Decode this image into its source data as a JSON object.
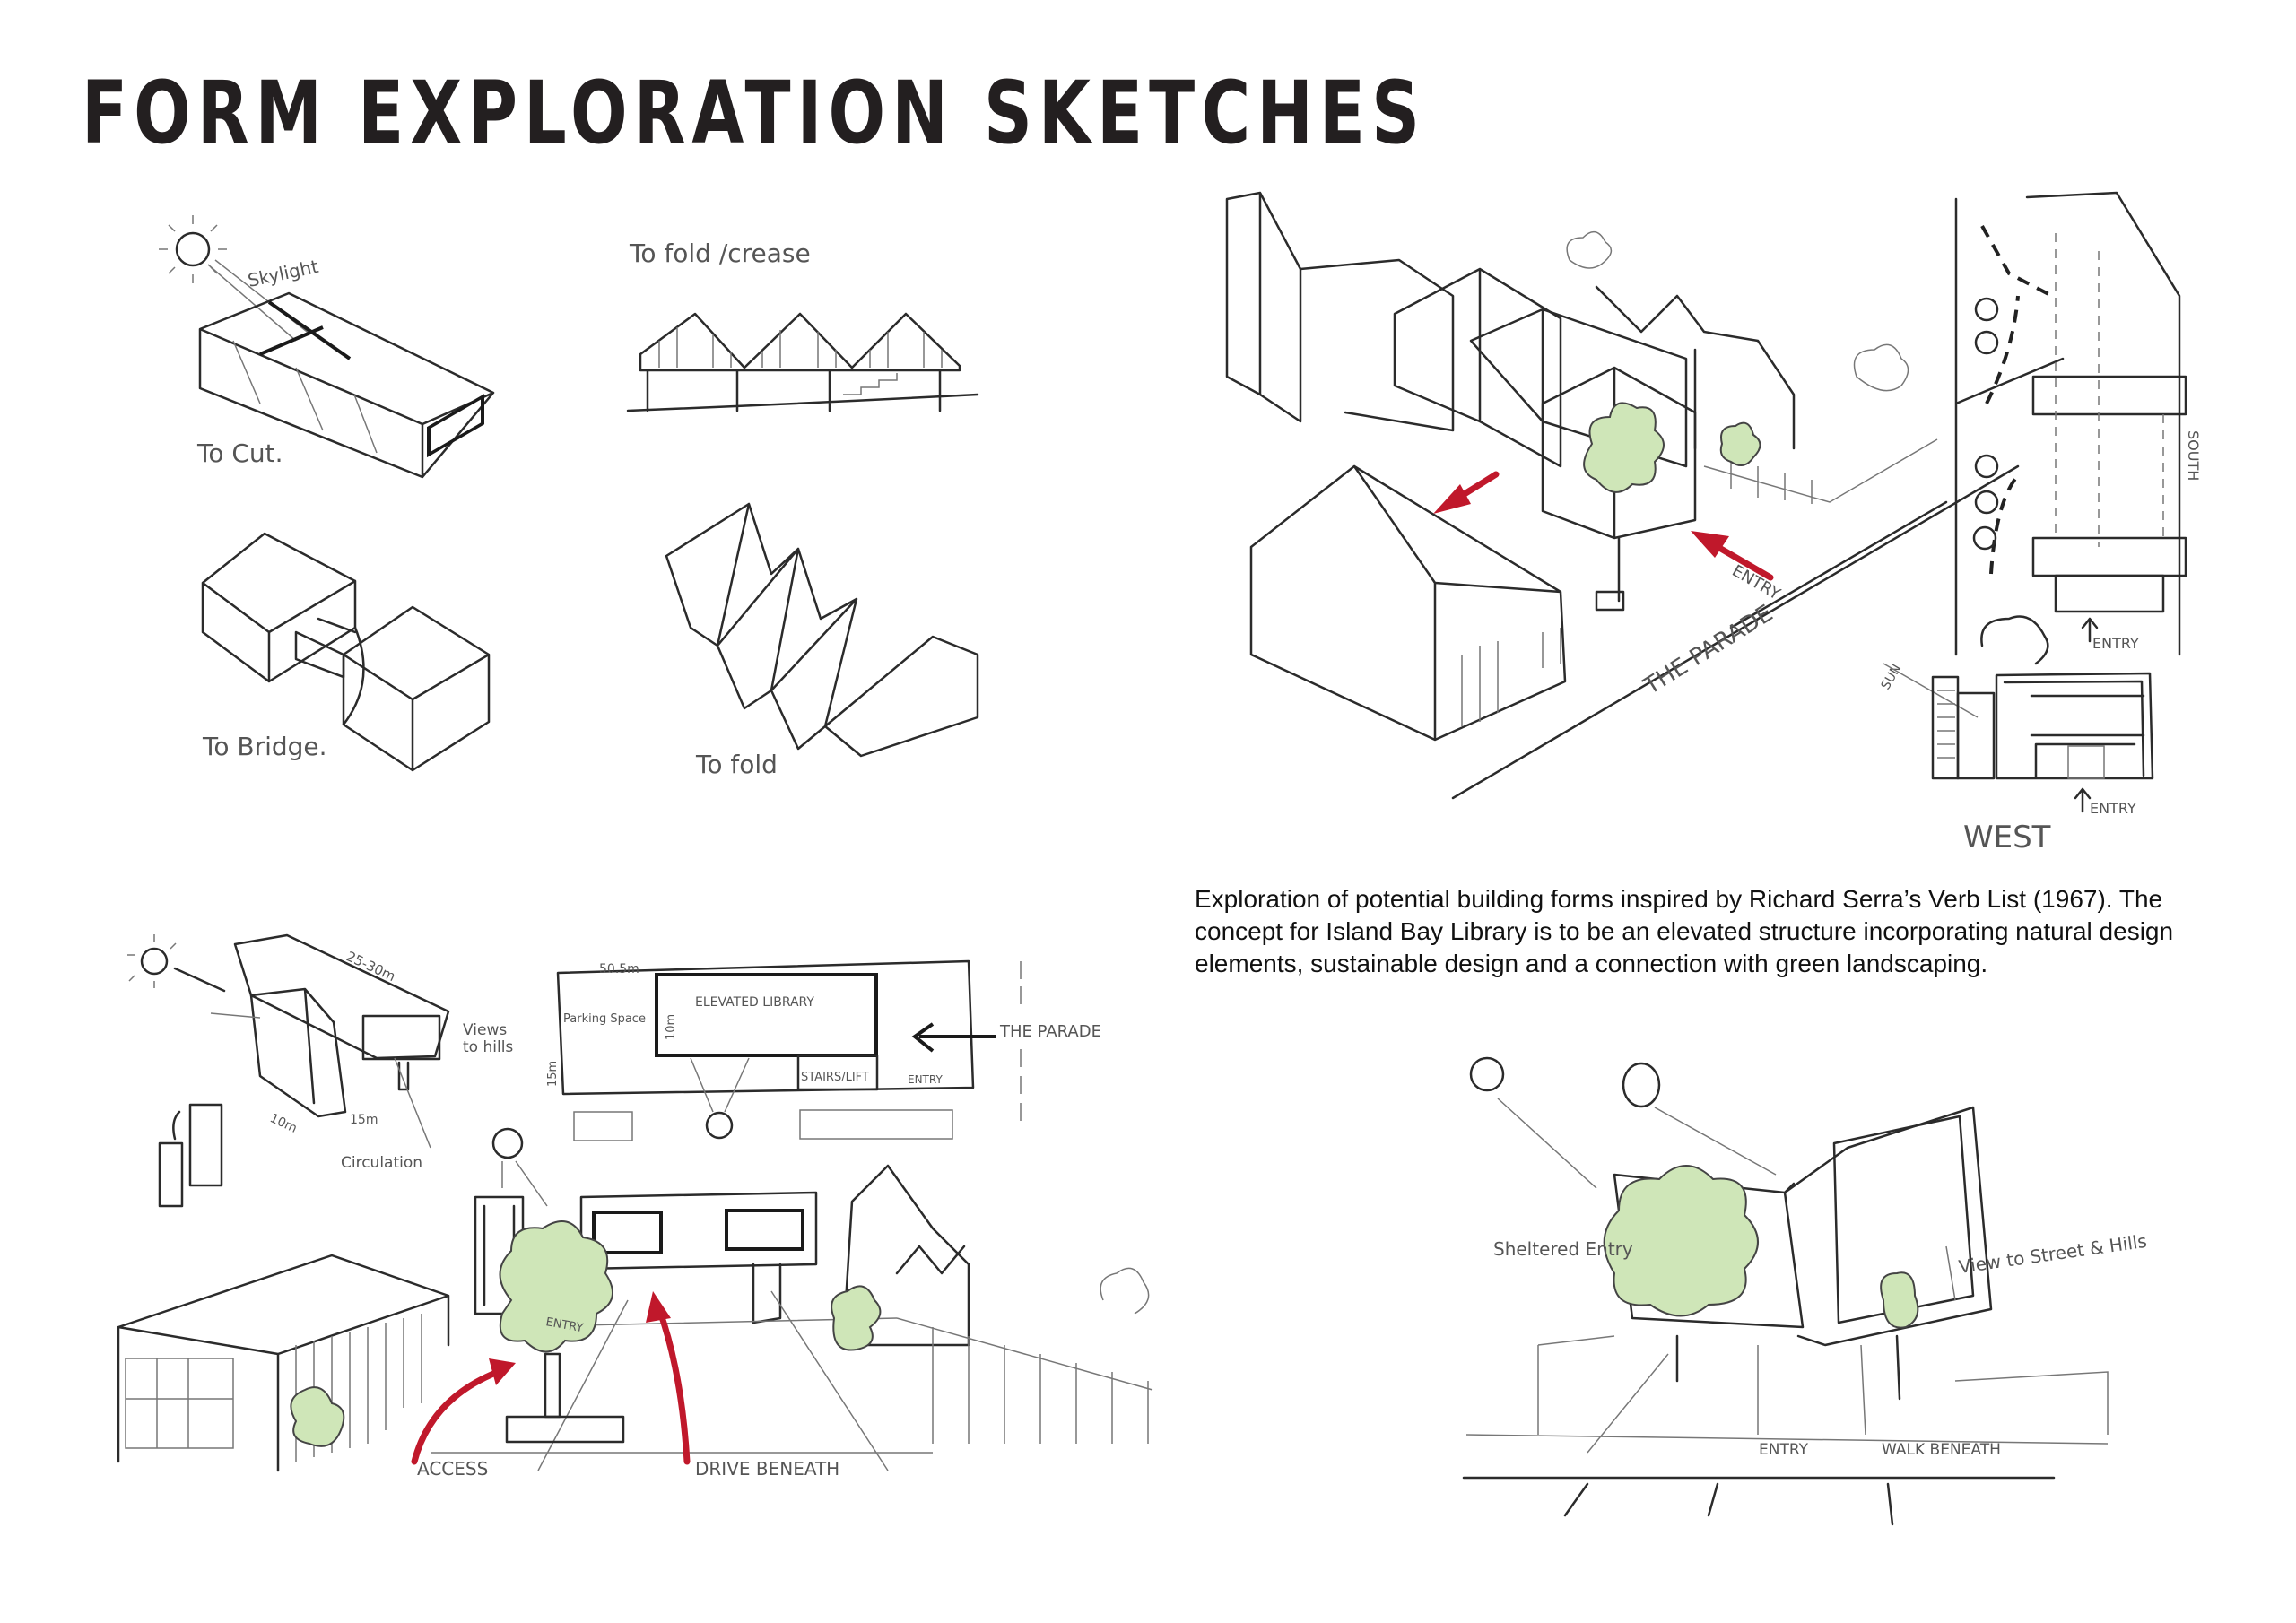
{
  "title": "FORM EXPLORATION SKETCHES",
  "description": "Exploration of potential building forms inspired by Richard Serra’s Verb List (1967). The concept for Island Bay Library is to be an elevated structure incorporating natural design elements, sustainable design and a connection with green landscaping.",
  "colors": {
    "accent_arrow": "#c0182b",
    "foliage": "#cfe6b8",
    "ink": "#2b2b2b"
  },
  "verb_sketches": {
    "cut": {
      "label": "To Cut.",
      "note": "Skylight"
    },
    "fold_crease": {
      "label": "To fold /crease"
    },
    "bridge": {
      "label": "To Bridge."
    },
    "fold": {
      "label": "To fold"
    }
  },
  "site_perspective": {
    "street": "THE PARADE",
    "entry": "ENTRY"
  },
  "site_plan": {
    "orientation": "SOUTH",
    "entry": "ENTRY"
  },
  "west_elevation": {
    "title": "WEST",
    "sun": "SUN",
    "entry": "ENTRY"
  },
  "massing_sketch": {
    "length": "25-30m",
    "width": "10m",
    "depth": "15m",
    "views": "Views to hills",
    "circulation": "Circulation"
  },
  "plan_diagram": {
    "width": "50.5m",
    "depth": "15m",
    "library_depth": "10m",
    "library": "ELEVATED LIBRARY",
    "parking": "Parking Space",
    "stairs": "STAIRS/LIFT",
    "entry": "ENTRY",
    "street": "THE PARADE"
  },
  "street_perspective": {
    "entry": "ENTRY",
    "access": "ACCESS",
    "drive": "DRIVE BENEATH"
  },
  "entry_perspective": {
    "sheltered": "Sheltered Entry",
    "view": "View to Street & Hills",
    "entry": "ENTRY",
    "walk": "WALK BENEATH"
  }
}
